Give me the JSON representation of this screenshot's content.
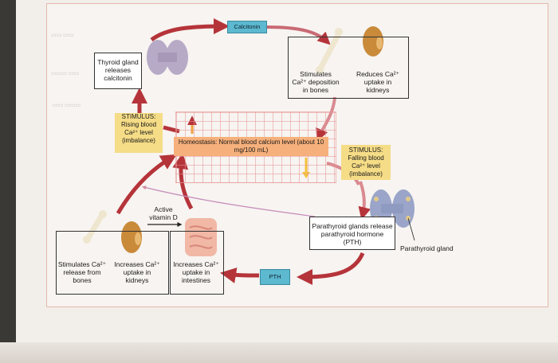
{
  "top": {
    "calcitonin_tag": "Calcitonin",
    "thyroid_label": "Thyroid gland releases calcitonin",
    "stim_bones": "Stimulates Ca²⁺ deposition in bones",
    "reduces_kidneys": "Reduces Ca²⁺ uptake in kidneys"
  },
  "middle": {
    "stimulus_rising": "STIMULUS: Rising blood Ca²⁺ level (imbalance)",
    "homeostasis": "Homeostasis: Normal blood calcium level (about 10 mg/100 mL)",
    "stimulus_falling": "STIMULUS: Falling blood Ca²⁺ level (imbalance)",
    "active_vitamin_d": "Active vitamin D"
  },
  "bottom": {
    "release_bones": "Stimulates Ca²⁺ release from bones",
    "increases_kidneys": "Increases Ca²⁺ uptake in kidneys",
    "increases_intestines": "Increases Ca²⁺ uptake in intestines",
    "pth_tag": "PTH"
  },
  "right": {
    "parathyroid_label": "Parathyroid glands release parathyroid hormone (PTH)",
    "parathyroid_gland": "Parathyroid gland"
  },
  "colors": {
    "arrow_red": "#b5343a",
    "tag_blue": "#5cb9cf",
    "stimulus_yellow": "#f5dc86",
    "homeo_orange": "#f6b07b",
    "thyroid_purple": "#b7aac6"
  }
}
